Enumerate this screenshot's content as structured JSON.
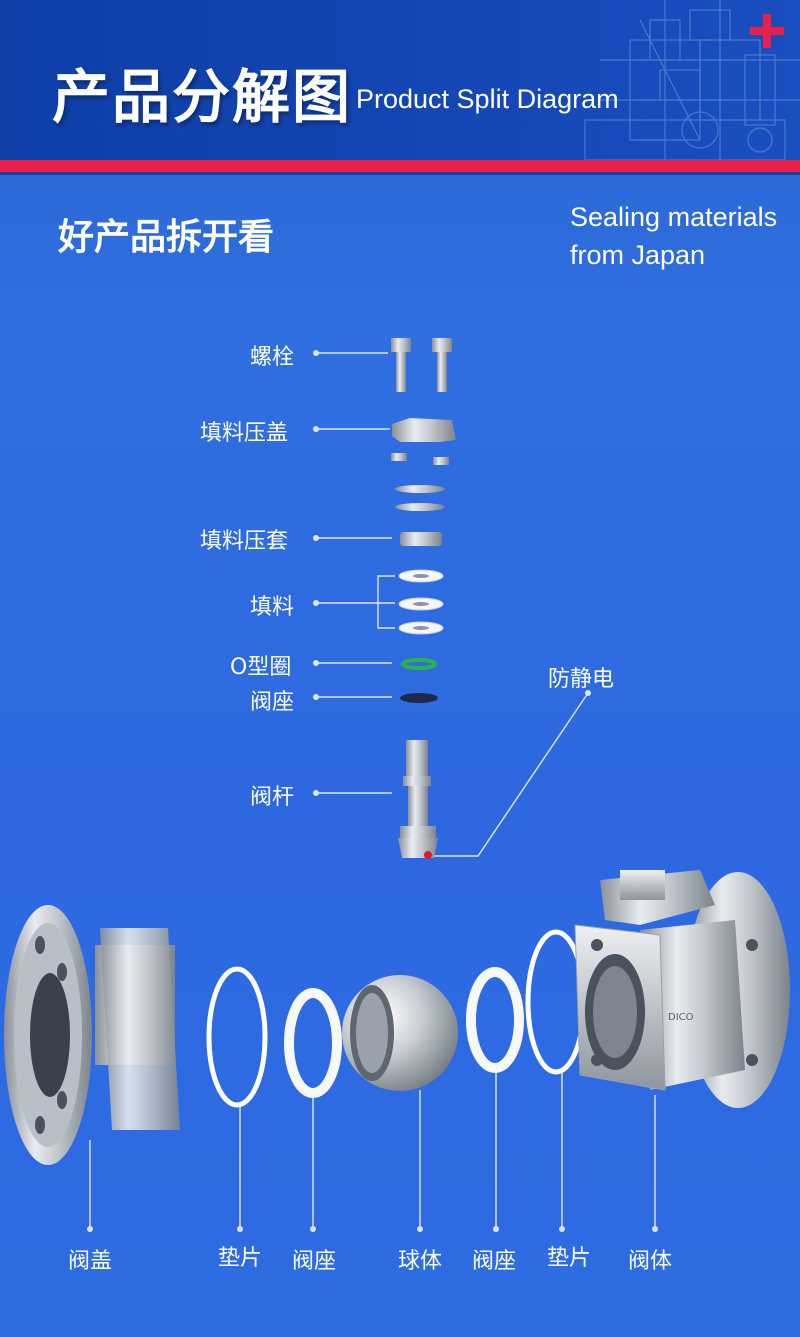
{
  "header": {
    "title_cn": "产品分解图",
    "title_en": "Product Split Diagram"
  },
  "subheader": {
    "title_cn": "好产品拆开看",
    "note_en_line1": "Sealing materials",
    "note_en_line2": "from Japan"
  },
  "parts_vertical": [
    {
      "label": "螺栓"
    },
    {
      "label": "填料压盖"
    },
    {
      "label": "填料压套"
    },
    {
      "label": "填料"
    },
    {
      "label": "O型圈"
    },
    {
      "label": "阀座"
    },
    {
      "label": "阀杆"
    }
  ],
  "antistatic_label": "防静电",
  "parts_horizontal": [
    {
      "label": "阀盖"
    },
    {
      "label": "垫片"
    },
    {
      "label": "阀座"
    },
    {
      "label": "球体"
    },
    {
      "label": "阀座"
    },
    {
      "label": "垫片"
    },
    {
      "label": "阀体"
    }
  ],
  "body_marking": "DICO",
  "colors": {
    "header_bg": "#1446b4",
    "accent_red": "#e8204a",
    "page_bg": "#2d68e0",
    "o_ring": "#2bb24a",
    "seat_dark": "#1e2a44"
  }
}
